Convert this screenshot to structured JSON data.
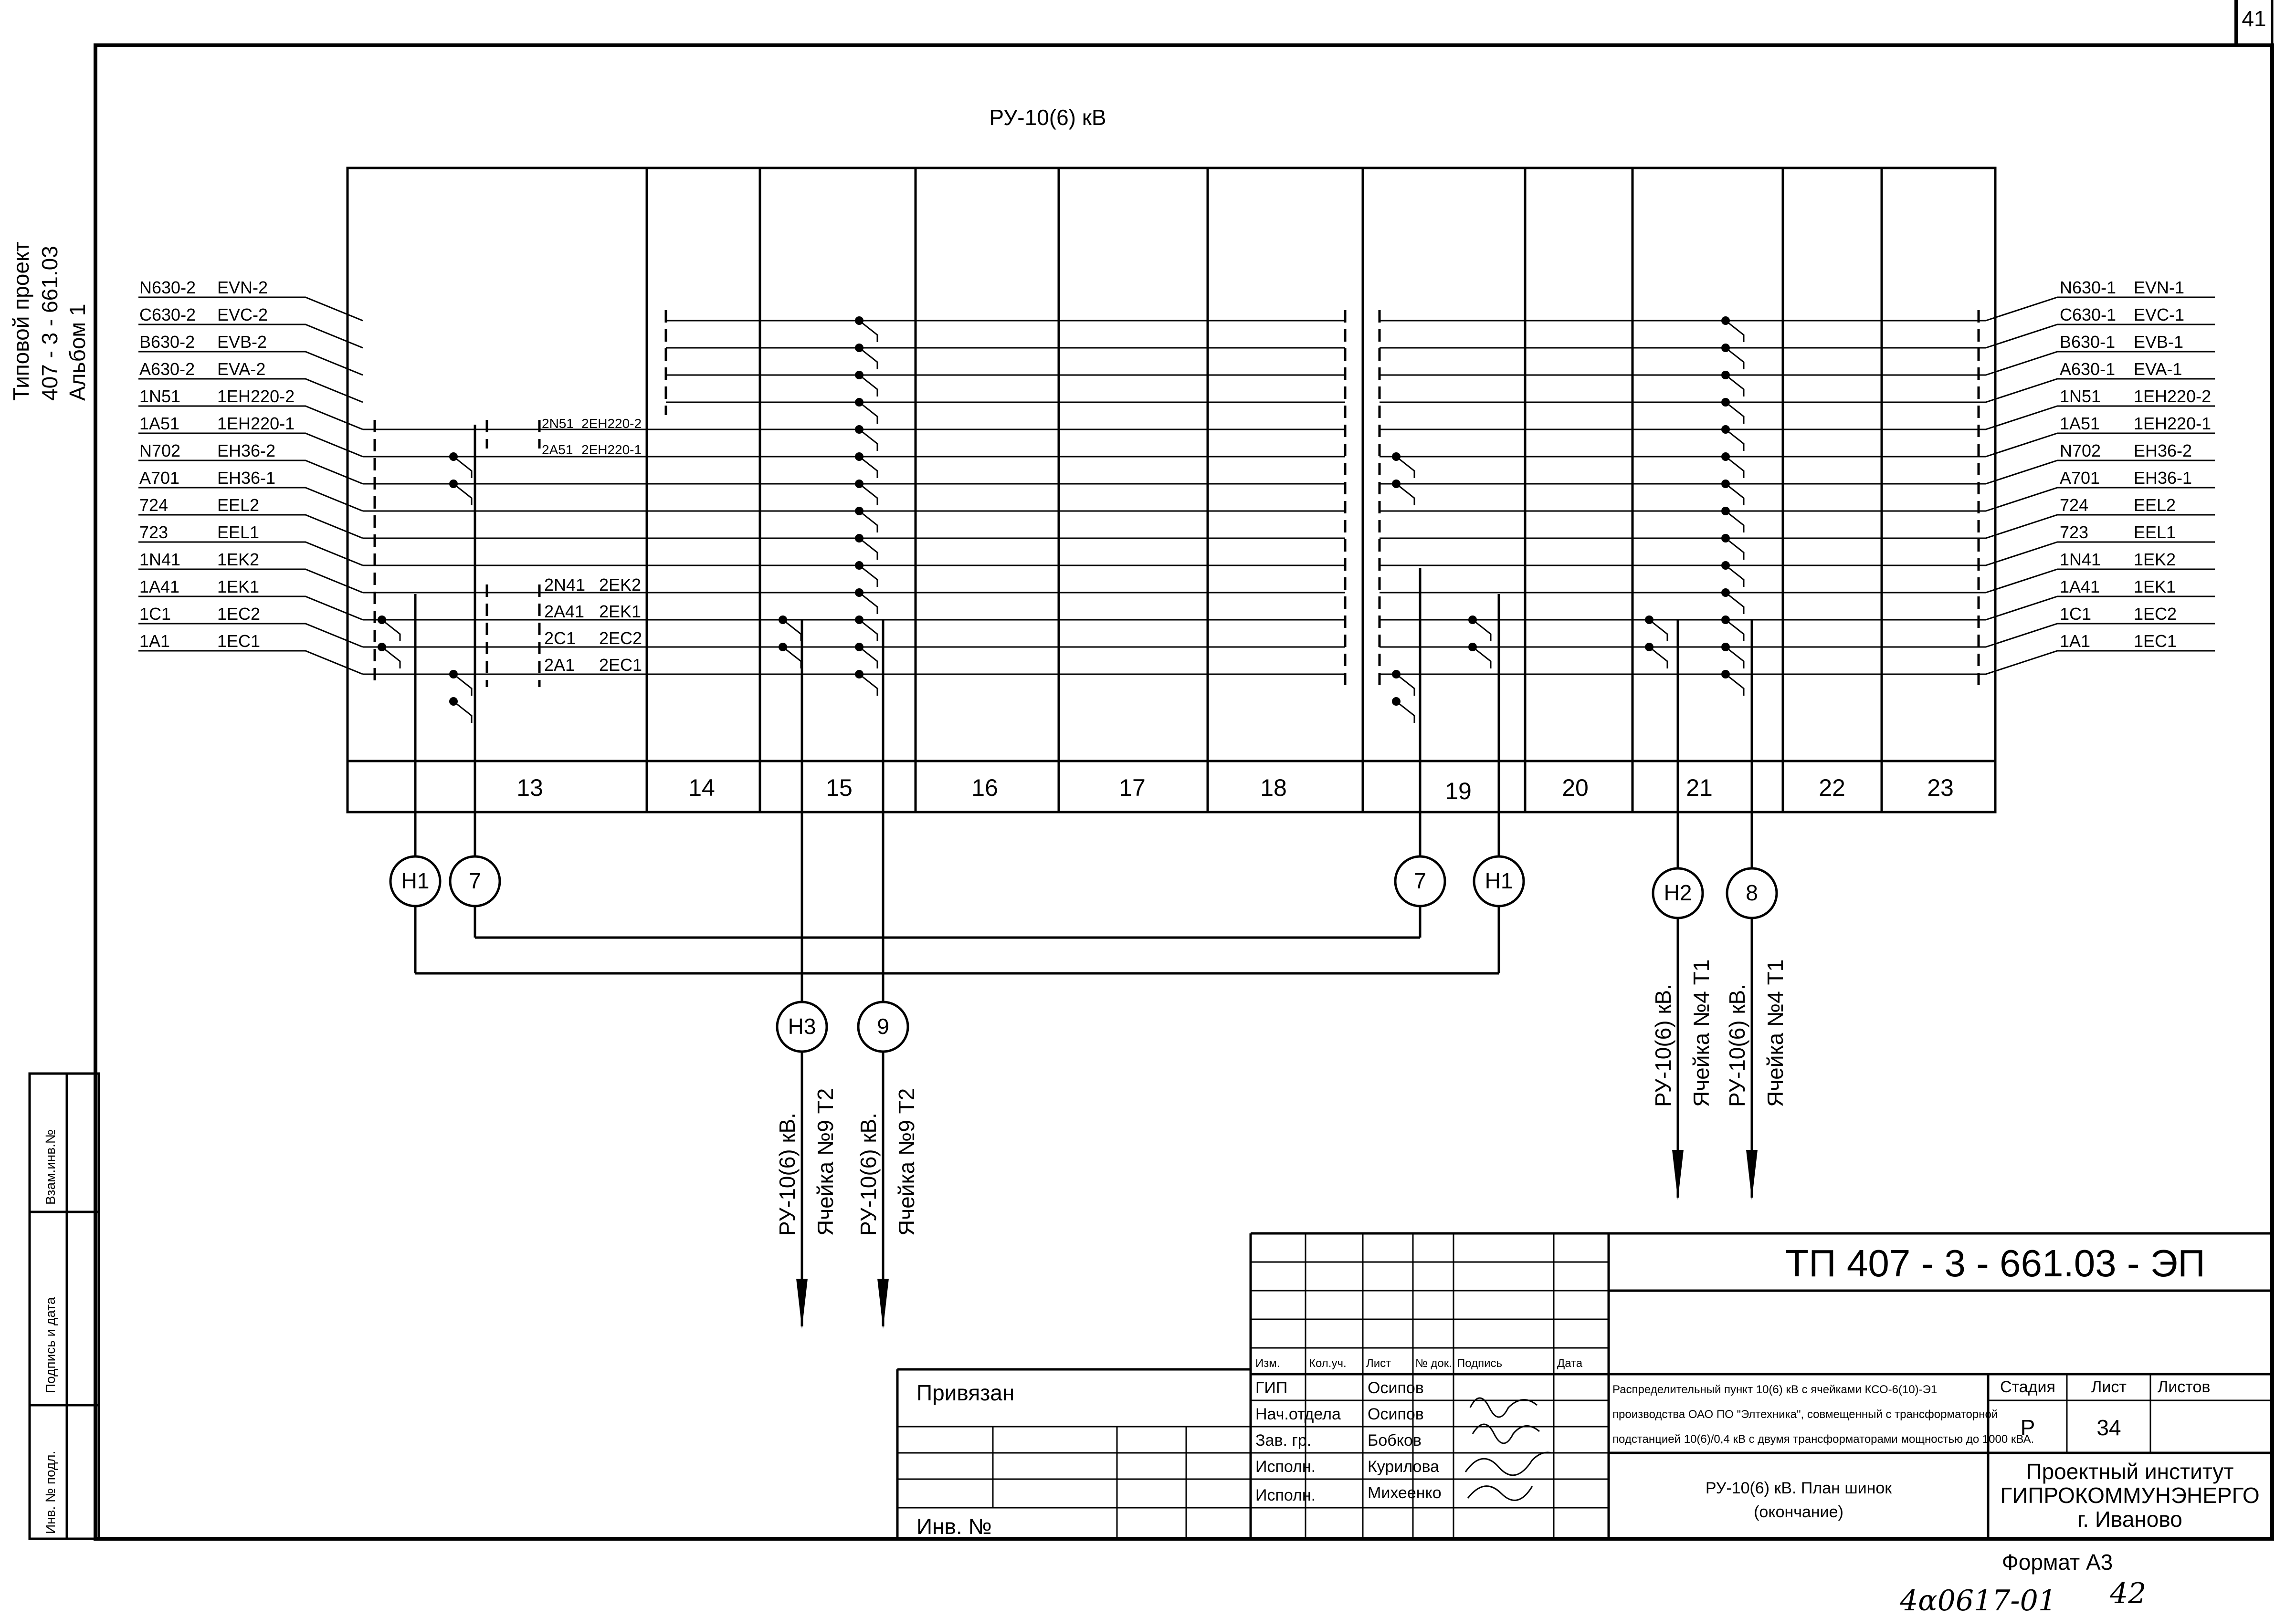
{
  "sheet_number": "41",
  "side_stamp": {
    "project_line1": "Типовой проект",
    "project_line2": "407 - 3 - 661.03",
    "project_line3": "Альбом 1",
    "vzam": "Взам.инв.№",
    "podpis": "Подпись и дата",
    "inv": "Инв. № подл."
  },
  "title": "РУ-10(6) кВ",
  "left_buses": [
    {
      "code": "N630-2",
      "label": "EVN-2"
    },
    {
      "code": "C630-2",
      "label": "EVC-2"
    },
    {
      "code": "B630-2",
      "label": "EVB-2"
    },
    {
      "code": "A630-2",
      "label": "EVA-2"
    },
    {
      "code": "1N51",
      "label": "1EH220-2"
    },
    {
      "code": "1A51",
      "label": "1EH220-1"
    },
    {
      "code": "N702",
      "label": "EH36-2"
    },
    {
      "code": "A701",
      "label": "EH36-1"
    },
    {
      "code": "724",
      "label": "EEL2"
    },
    {
      "code": "723",
      "label": "EEL1"
    },
    {
      "code": "1N41",
      "label": "1EK2"
    },
    {
      "code": "1A41",
      "label": "1EK1"
    },
    {
      "code": "1C1",
      "label": "1EC2"
    },
    {
      "code": "1A1",
      "label": "1EC1"
    }
  ],
  "right_buses": [
    {
      "code": "N630-1",
      "label": "EVN-1"
    },
    {
      "code": "C630-1",
      "label": "EVC-1"
    },
    {
      "code": "B630-1",
      "label": "EVB-1"
    },
    {
      "code": "A630-1",
      "label": "EVA-1"
    },
    {
      "code": "1N51",
      "label": "1EH220-2"
    },
    {
      "code": "1A51",
      "label": "1EH220-1"
    },
    {
      "code": "N702",
      "label": "EH36-2"
    },
    {
      "code": "A701",
      "label": "EH36-1"
    },
    {
      "code": "724",
      "label": "EEL2"
    },
    {
      "code": "723",
      "label": "EEL1"
    },
    {
      "code": "1N41",
      "label": "1EK2"
    },
    {
      "code": "1A41",
      "label": "1EK1"
    },
    {
      "code": "1C1",
      "label": "1EC2"
    },
    {
      "code": "1A1",
      "label": "1EC1"
    }
  ],
  "mid_upper_labels": [
    {
      "code": "2N51",
      "label": "2EH220-2"
    },
    {
      "code": "2A51",
      "label": "2EH220-1"
    }
  ],
  "mid_lower_labels": [
    {
      "code": "2N41",
      "label": "2EK2"
    },
    {
      "code": "2A41",
      "label": "2EK1"
    },
    {
      "code": "2C1",
      "label": "2EC2"
    },
    {
      "code": "2A1",
      "label": "2EC1"
    }
  ],
  "cells": [
    "13",
    "14",
    "15",
    "16",
    "17",
    "18",
    "19",
    "20",
    "21",
    "22",
    "23"
  ],
  "circles": {
    "h1_left": "Н1",
    "seven_left": "7",
    "seven_right": "7",
    "h1_right": "Н1",
    "h2": "Н2",
    "eight": "8",
    "h3": "Н3",
    "nine": "9"
  },
  "feeders": {
    "lower_a1": "РУ-10(6) кВ.",
    "lower_a2": "Ячейка №9 Т2",
    "lower_b1": "РУ-10(6) кВ.",
    "lower_b2": "Ячейка №9 Т2",
    "upper_a1": "РУ-10(6) кВ.",
    "upper_a2": "Ячейка №4 Т1",
    "upper_b1": "РУ-10(6) кВ.",
    "upper_b2": "Ячейка №4 Т1"
  },
  "title_block": {
    "doc_code": "ТП 407 - 3 - 661.03 - ЭП",
    "privyazan": "Привязан",
    "inv_no": "Инв. №",
    "headers": [
      "Изм.",
      "Кол.уч.",
      "Лист",
      "№ док.",
      "Подпись",
      "Дата"
    ],
    "roles": [
      "ГИП",
      "Нач.отдела",
      "Зав. гр.",
      "Исполн.",
      "Исполн."
    ],
    "names": [
      "Осипов",
      "Осипов",
      "Бобков",
      "Курилова",
      "Михеенко"
    ],
    "description_lines": [
      "Распределительный пункт 10(6) кВ с ячейками КСО-6(10)-Э1",
      "производства ОАО ПО \"Элтехника\", совмещенный с трансформаторной",
      "подстанцией 10(6)/0,4 кВ с двумя трансформаторами мощностью до 1000 кВА."
    ],
    "sheet_title_lines": [
      "РУ-10(6) кВ. План шинок",
      "(окончание)"
    ],
    "stage_label": "Стадия",
    "list_label": "Лист",
    "lists_label": "Листов",
    "stage": "Р",
    "sheet": "34",
    "sheets_total": "",
    "org_lines": [
      "Проектный институт",
      "ГИПРОКОММУНЭНЕРГО",
      "г. Иваново"
    ],
    "format": "Формат А3"
  },
  "handwritten": {
    "inv_code": "4ɑ0617-01",
    "page": "42"
  }
}
